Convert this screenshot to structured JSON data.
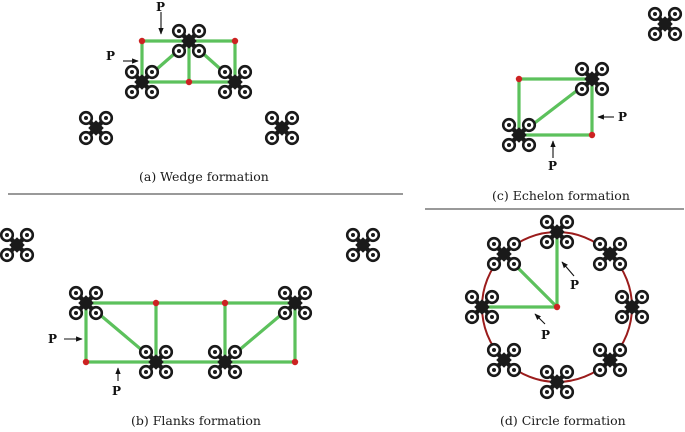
{
  "panels": {
    "wedge": {
      "caption": "(a) Wedge formation"
    },
    "flanks": {
      "caption": "(b) Flanks formation"
    },
    "echelon": {
      "caption": "(c) Echelon formation"
    },
    "circle": {
      "caption": "(d) Circle formation"
    }
  },
  "p_label": "P",
  "colors": {
    "link": "#5cc15c",
    "node": "#cc2222",
    "ring": "#9b1c1c",
    "drone": "#1a1a1a"
  },
  "icons": {
    "drone": "quadcopter-icon"
  }
}
